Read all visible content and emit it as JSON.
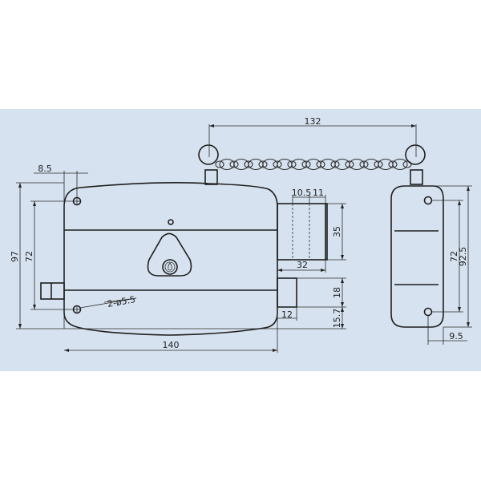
{
  "drawing": {
    "background_color": "#d6e2ef",
    "line_color": "#1e1e1e",
    "subject": "rim lock with chain and strike plate",
    "dimensions": {
      "chain_span": "132",
      "hole_offset_top": "8.5",
      "body_height": "97",
      "hole_spacing_left": "72",
      "hole_callout": "2-ø5.5",
      "body_width": "140",
      "bolt_offset_a": "10.5",
      "bolt_offset_b": "11",
      "bolt_height": "35",
      "bolt_width": "32",
      "latch_height": "18",
      "latch_bottom_offset": "15.7",
      "latch_width": "12",
      "strike_hole_spacing": "72",
      "strike_height": "92.5",
      "strike_hole_offset": "9.5"
    }
  }
}
